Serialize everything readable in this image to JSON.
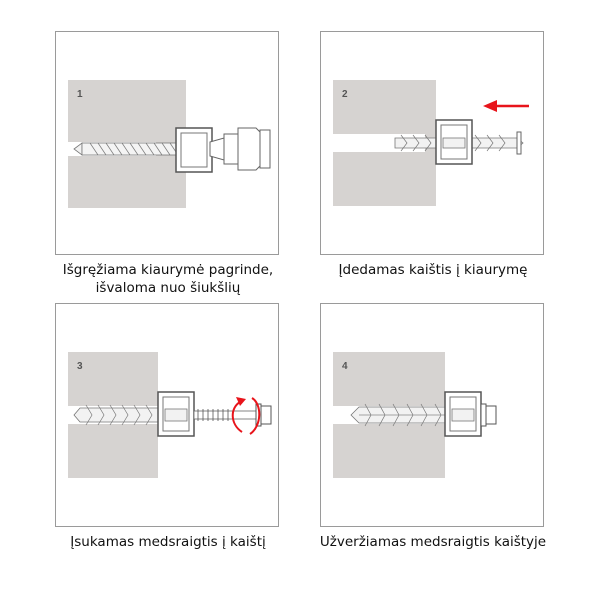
{
  "steps": [
    {
      "number": "1",
      "caption_line1": "Išgręžiama kiaurymė pagrinde,",
      "caption_line2": "išvaloma nuo šiukšlių"
    },
    {
      "number": "2",
      "caption_line1": "Įdedamas kaištis į kiaurymę",
      "caption_line2": ""
    },
    {
      "number": "3",
      "caption_line1": "Įsukamas medsraigtis į kaištį",
      "caption_line2": ""
    },
    {
      "number": "4",
      "caption_line1": "Užveržiamas medsraigtis kaištyje",
      "caption_line2": ""
    }
  ],
  "colors": {
    "wall": "#d6d3d1",
    "outline": "#555555",
    "arrow": "#e8141b",
    "frame_border": "#9a9a9a"
  }
}
